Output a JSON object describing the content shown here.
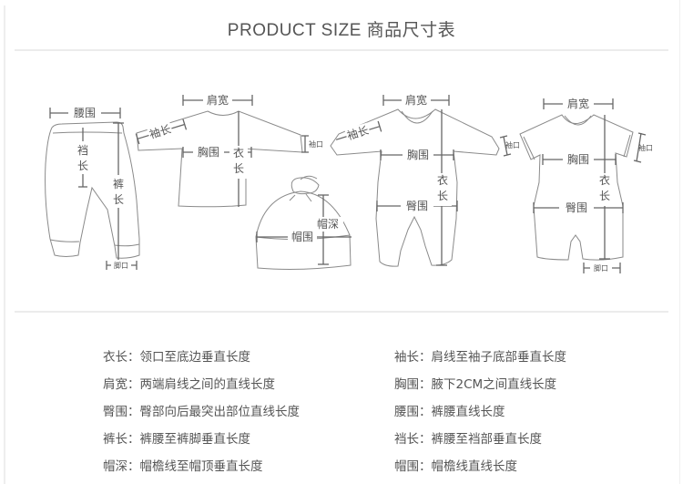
{
  "title": "PRODUCT SIZE 商品尺寸表",
  "diagrams": {
    "pants": {
      "waist": "腰围",
      "rise_a": "裆",
      "rise_b": "长",
      "length_a": "裤",
      "length_b": "长",
      "cuff": "脚口"
    },
    "shirt": {
      "shoulder": "肩宽",
      "sleeve": "袖长",
      "sleeve_cuff": "袖口",
      "chest": "胸围",
      "length_a": "衣",
      "length_b": "长"
    },
    "hat": {
      "circumference": "帽围",
      "depth": "帽深"
    },
    "romper_long": {
      "shoulder": "肩宽",
      "sleeve": "袖长",
      "sleeve_cuff": "袖口",
      "chest": "胸围",
      "hip": "臀围",
      "length_a": "衣",
      "length_b": "长"
    },
    "romper_short": {
      "shoulder": "肩宽",
      "sleeve_cuff": "袖口",
      "chest": "胸围",
      "hip": "臀围",
      "length_a": "衣",
      "length_b": "长",
      "leg_cuff": "脚口"
    }
  },
  "definitions": {
    "left": [
      {
        "term": "衣长",
        "desc": "领口至底边垂直长度"
      },
      {
        "term": "肩宽",
        "desc": "两端肩线之间的直线长度"
      },
      {
        "term": "臀围",
        "desc": "臀部向后最突出部位直线长度"
      },
      {
        "term": "裤长",
        "desc": "裤腰至裤脚垂直长度"
      },
      {
        "term": "帽深",
        "desc": "帽檐线至帽顶垂直长度"
      }
    ],
    "right": [
      {
        "term": "袖长",
        "desc": "肩线至袖子底部垂直长度"
      },
      {
        "term": "胸围",
        "desc": "腋下2CM之间直线长度"
      },
      {
        "term": "腰围",
        "desc": "裤腰直线长度"
      },
      {
        "term": "裆长",
        "desc": "裤腰至裆部垂直长度"
      },
      {
        "term": "帽围",
        "desc": "帽檐线直线长度"
      }
    ],
    "separator": "："
  }
}
